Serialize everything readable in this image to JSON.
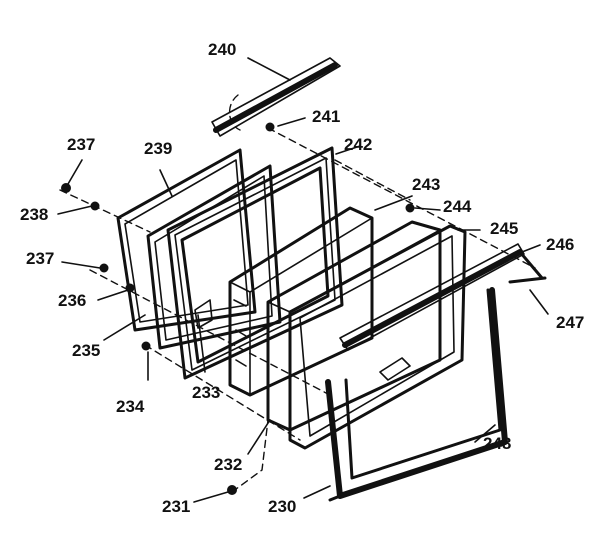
{
  "diagram": {
    "labels": {
      "l240": "240",
      "l241": "241",
      "l242": "242",
      "l243": "243",
      "l244": "244",
      "l245": "245",
      "l246": "246",
      "l247": "247",
      "l248": "248",
      "l239": "239",
      "l237a": "237",
      "l238": "238",
      "l237b": "237",
      "l236": "236",
      "l235": "235",
      "l234": "234",
      "l233": "233",
      "l232": "232",
      "l231": "231",
      "l230": "230"
    }
  }
}
